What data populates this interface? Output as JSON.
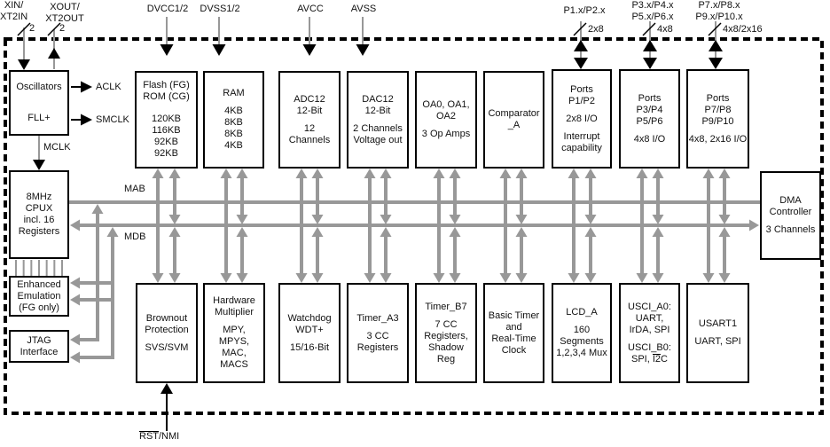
{
  "pins": {
    "xin": {
      "line1": "XIN/",
      "line2": "XT2IN",
      "width": "2"
    },
    "xout": {
      "line1": "XOUT/",
      "line2": "XT2OUT",
      "width": "2"
    },
    "dvcc": "DVCC1/2",
    "dvss": "DVSS1/2",
    "avcc": "AVCC",
    "avss": "AVSS",
    "p12": {
      "line1": "P1.x/P2.x",
      "width": "2x8"
    },
    "p36": {
      "line1": "P3.x/P4.x",
      "line2": "P5.x/P6.x",
      "width": "4x8"
    },
    "p710": {
      "line1": "P7.x/P8.x",
      "line2": "P9.x/P10.x",
      "width": "4x8/2x16"
    },
    "rst": {
      "overlined": "RST",
      "rest": "/NMI"
    }
  },
  "clocks": {
    "aclk": "ACLK",
    "smclk": "SMCLK",
    "mclk": "MCLK"
  },
  "buses": {
    "mab": "MAB",
    "mdb": "MDB"
  },
  "blocks": {
    "oscillators": [
      "Oscillators",
      "",
      "FLL+"
    ],
    "flash": [
      "Flash (FG)",
      "ROM (CG)",
      "",
      "120KB",
      "116KB",
      "92KB",
      "92KB"
    ],
    "ram": [
      "RAM",
      "",
      "4KB",
      "8KB",
      "8KB",
      "4KB"
    ],
    "adc": [
      "ADC12",
      "12-Bit",
      "",
      "12",
      "Channels"
    ],
    "dac": [
      "DAC12",
      "12-Bit",
      "",
      "2 Channels",
      "Voltage out"
    ],
    "opamps": [
      "OA0, OA1,",
      "OA2",
      "",
      "3 Op Amps"
    ],
    "comparator": [
      "Comparator",
      "_A"
    ],
    "ports12": [
      "Ports",
      "P1/P2",
      "",
      "2x8 I/O",
      "",
      "Interrupt",
      "capability"
    ],
    "ports36": [
      "Ports",
      "P3/P4",
      "P5/P6",
      "",
      "4x8 I/O"
    ],
    "ports710": [
      "Ports",
      "P7/P8",
      "P9/P10",
      "",
      "4x8, 2x16 I/O"
    ],
    "cpu": [
      "8MHz",
      "CPUX",
      "incl. 16",
      "Registers"
    ],
    "emulation": [
      "Enhanced",
      "Emulation",
      "(FG only)"
    ],
    "jtag": [
      "JTAG",
      "Interface"
    ],
    "brownout": [
      "Brownout",
      "Protection",
      "",
      "SVS/SVM"
    ],
    "multiplier": [
      "Hardware",
      "Multiplier",
      "",
      "MPY,",
      "MPYS,",
      "MAC,",
      "MACS"
    ],
    "watchdog": [
      "Watchdog",
      "WDT+",
      "",
      "15/16-Bit"
    ],
    "timer_a3": [
      "Timer_A3",
      "",
      "3 CC",
      "Registers"
    ],
    "timer_b7": [
      "Timer_B7",
      "",
      "7 CC",
      "Registers,",
      "Shadow",
      "Reg"
    ],
    "basic_timer": [
      "Basic Timer",
      "and",
      "Real-Time",
      "Clock"
    ],
    "lcd": [
      "LCD_A",
      "",
      "160",
      "Segments",
      "1,2,3,4 Mux"
    ],
    "usci": {
      "l1": "USCI_A0:",
      "l2": "UART,",
      "l3": "IrDA, SPI",
      "l4": "USCI_B0:",
      "l5a": "SPI, ",
      "l5b": "I2",
      "l5c": "C"
    },
    "usart": [
      "USART1",
      "",
      "UART, SPI"
    ],
    "dma": [
      "DMA",
      "Controller",
      "",
      "3 Channels"
    ]
  },
  "colors": {
    "line_gray": "#989898",
    "line_black": "#000000",
    "text": "#111111"
  }
}
